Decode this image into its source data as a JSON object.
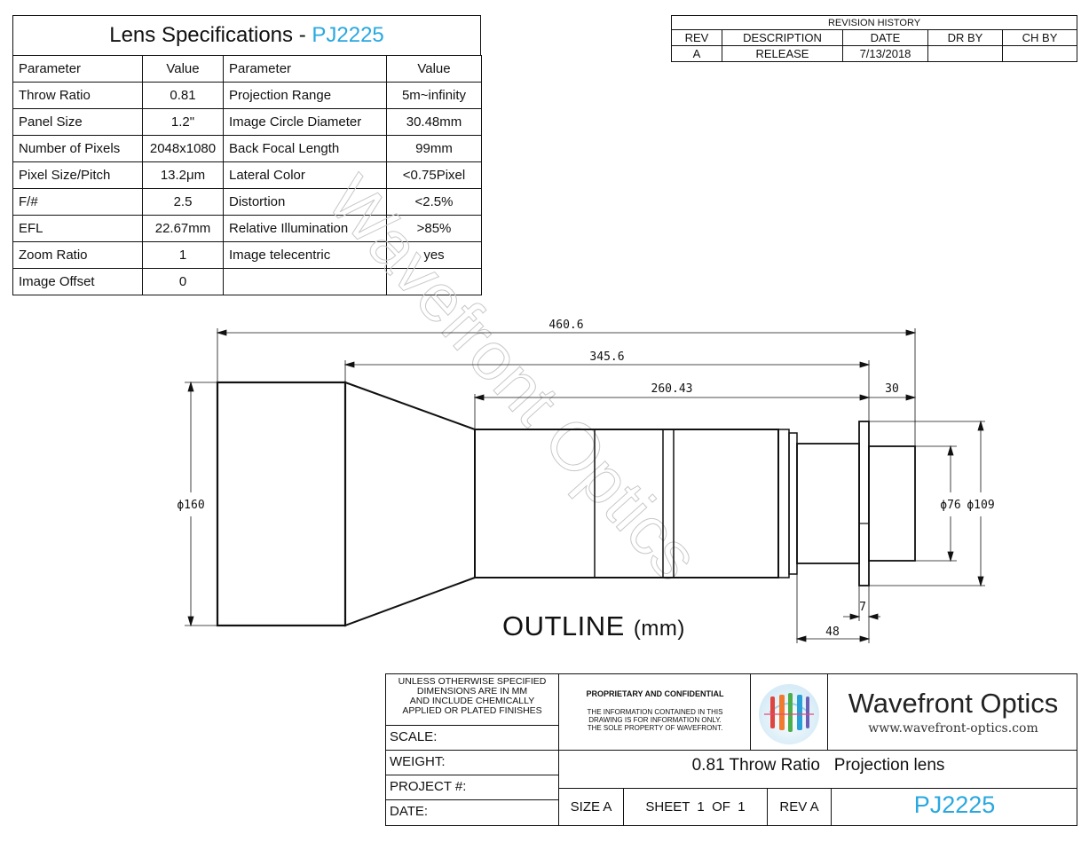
{
  "spec": {
    "title": "Lens Specifications - ",
    "part": "PJ2225",
    "headers": {
      "param1": "Parameter",
      "value1": "Value",
      "param2": "Parameter",
      "value2": "Value"
    },
    "rows": [
      {
        "p1": "Throw Ratio",
        "v1": "0.81",
        "p2": "Projection Range",
        "v2": "5m~infinity"
      },
      {
        "p1": "Panel Size",
        "v1": "1.2\"",
        "p2": "Image Circle Diameter",
        "v2": "30.48mm"
      },
      {
        "p1": "Number of Pixels",
        "v1": "2048x1080",
        "p2": "Back Focal Length",
        "v2": "99mm"
      },
      {
        "p1": "Pixel Size/Pitch",
        "v1": "13.2μm",
        "p2": "Lateral Color",
        "v2": "<0.75Pixel"
      },
      {
        "p1": "F/#",
        "v1": "2.5",
        "p2": "Distortion",
        "v2": "<2.5%"
      },
      {
        "p1": "EFL",
        "v1": "22.67mm",
        "p2": "Relative Illumination",
        "v2": ">85%"
      },
      {
        "p1": "Zoom Ratio",
        "v1": "1",
        "p2": "Image telecentric",
        "v2": "yes"
      },
      {
        "p1": "Image Offset",
        "v1": "0",
        "p2": "",
        "v2": ""
      }
    ]
  },
  "revision": {
    "title": "REVISION HISTORY",
    "headers": [
      "REV",
      "DESCRIPTION",
      "DATE",
      "DR BY",
      "CH BY"
    ],
    "rows": [
      [
        "A",
        "RELEASE",
        "7/13/2018",
        "",
        ""
      ]
    ]
  },
  "drawing": {
    "dims": {
      "overall": "460.6",
      "body": "345.6",
      "barrel": "260.43",
      "flange_to_end": "30",
      "front_dia": "ϕ160",
      "rear_dia": "ϕ76",
      "flange_dia": "ϕ109",
      "flange_thk": "7",
      "rear_len": "48"
    },
    "watermark": "Wavefront Optics",
    "outline_label": "OUTLINE",
    "unit_label": "(mm)"
  },
  "title_block": {
    "notes": [
      "UNLESS OTHERWISE SPECIFIED",
      "DIMENSIONS ARE IN MM",
      "AND INCLUDE CHEMICALLY",
      "APPLIED OR PLATED FINISHES"
    ],
    "scale": "SCALE:",
    "weight": "WEIGHT:",
    "project": "PROJECT #:",
    "date": "DATE:",
    "prop_title": "PROPRIETARY AND CONFIDENTIAL",
    "prop_lines": [
      "THE INFORMATION CONTAINED IN THIS",
      "DRAWING IS FOR INFORMATION ONLY.",
      "THE SOLE PROPERTY OF WAVEFRONT."
    ],
    "company": "Wavefront Optics",
    "website": "www.wavefront-optics.com",
    "description": "0.81 Throw Ratio   Projection lens",
    "size": "SIZE A",
    "sheet": "SHEET  1  OF  1",
    "rev": "REV A",
    "part": "PJ2225"
  },
  "colors": {
    "accent": "#29a8e0",
    "line": "#111111"
  }
}
